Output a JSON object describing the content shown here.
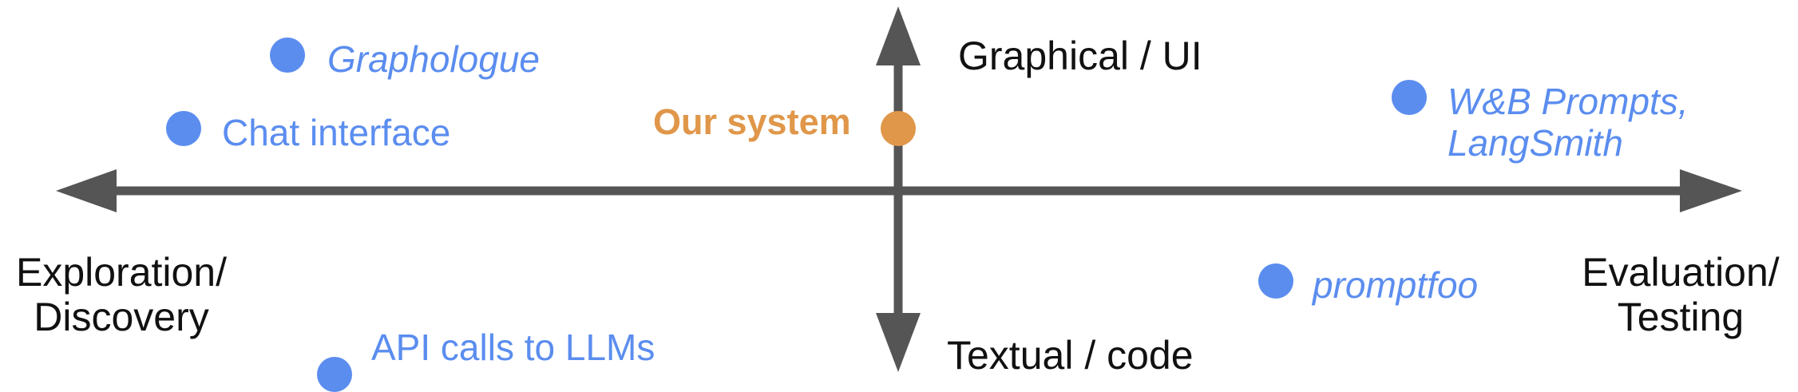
{
  "axes": {
    "top": "Graphical / UI",
    "bottom": "Textual  / code",
    "left": [
      "Exploration/",
      "Discovery"
    ],
    "right": [
      "Evaluation/",
      "Testing"
    ]
  },
  "points": {
    "graphologue": "Graphologue",
    "chat_interface": "Chat interface",
    "api_calls": "API calls to LLMs",
    "our_system": "Our system",
    "wandb": [
      "W&B Prompts,",
      "LangSmith"
    ],
    "promptfoo": "promptfoo"
  },
  "colors": {
    "axis": "#555555",
    "point": "#5b8def",
    "highlight": "#e0974a",
    "text": "#111111"
  }
}
